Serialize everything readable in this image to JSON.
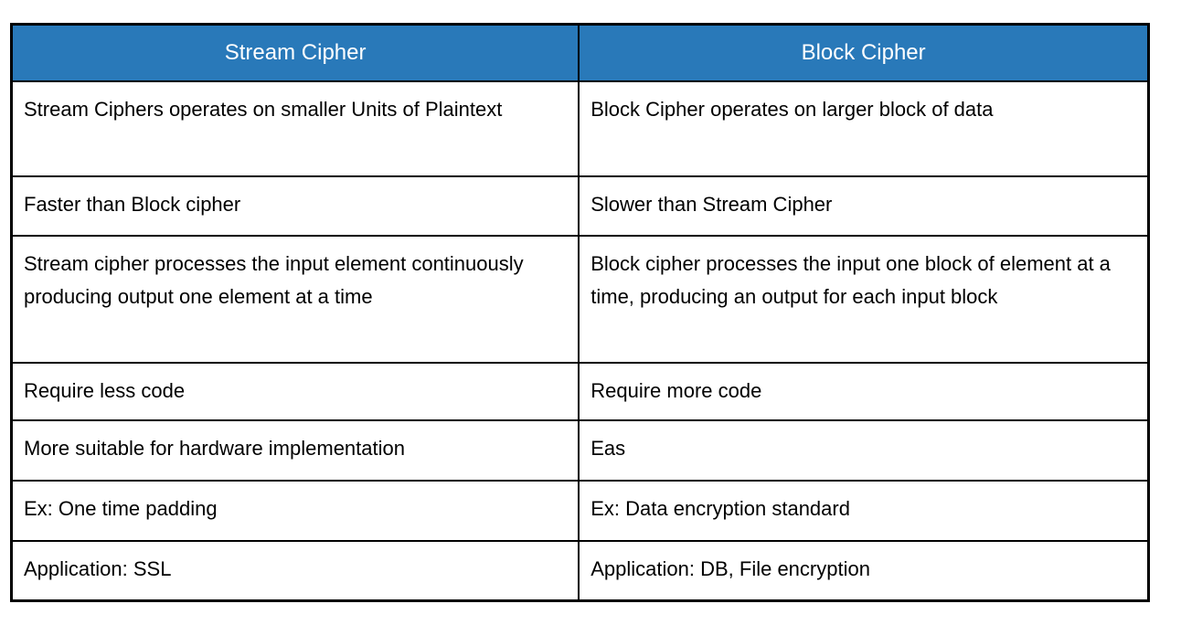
{
  "table": {
    "columns": [
      "Stream Cipher",
      "Block Cipher"
    ],
    "rows": [
      [
        "Stream Ciphers operates on smaller Units of Plaintext",
        "Block Cipher operates on larger block of data"
      ],
      [
        "Faster than Block cipher",
        "Slower than Stream Cipher"
      ],
      [
        "Stream cipher processes the input element continuously producing output one element at a time",
        "Block cipher processes the input one block of element at a time, producing an output for each input block"
      ],
      [
        "Require less code",
        "Require more code"
      ],
      [
        "More suitable for hardware implementation",
        "Eas"
      ],
      [
        "Ex: One time padding",
        "Ex: Data encryption standard"
      ],
      [
        "Application: SSL",
        "Application: DB, File encryption"
      ]
    ]
  },
  "colors": {
    "header_bg": "#2979B9",
    "header_text": "#FFFFFF",
    "border": "#000000",
    "text": "#000000",
    "background": "#FFFFFF"
  }
}
